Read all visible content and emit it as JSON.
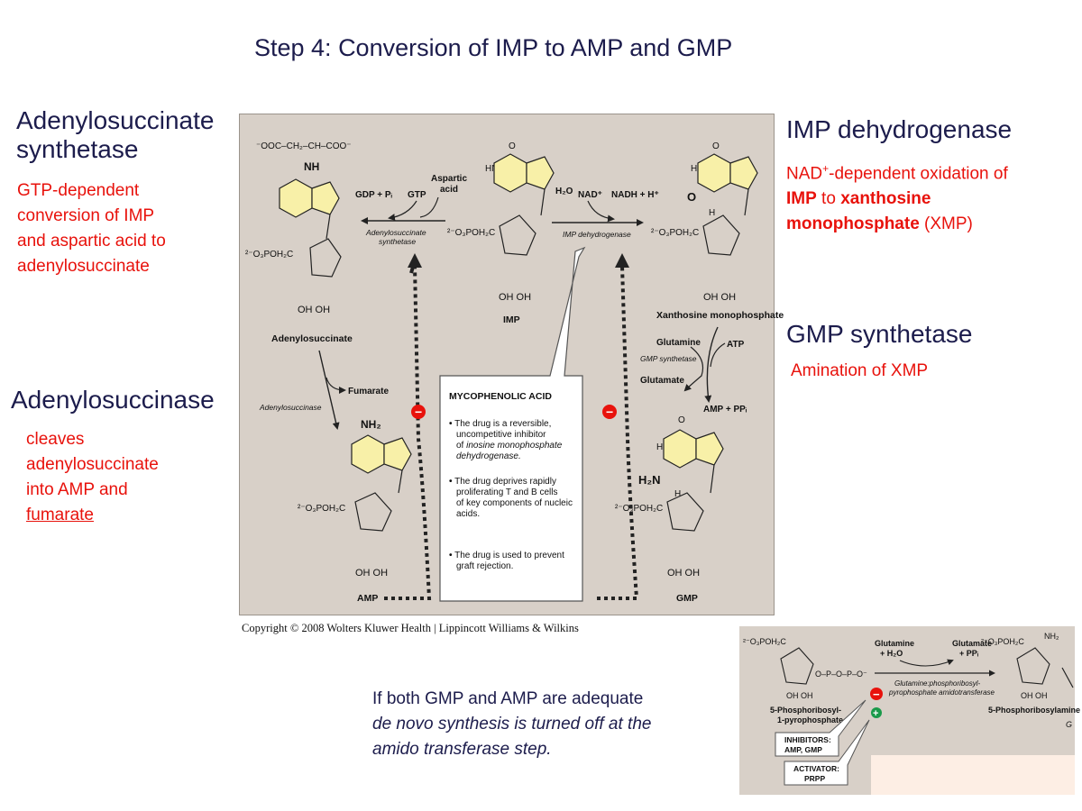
{
  "title": "Step 4: Conversion of IMP to AMP and GMP",
  "left_panel": {
    "synthetase": {
      "title_line1": "Adenylosuccinate",
      "title_line2": "synthetase",
      "desc_lines": [
        "GTP-dependent",
        "conversion of IMP",
        "and aspartic acid to",
        "adenylosuccinate"
      ]
    },
    "succinase": {
      "title": "Adenylosuccinase",
      "desc_lines": [
        "cleaves",
        "adenylosuccinate",
        "into AMP and"
      ],
      "desc_last": "fumarate"
    }
  },
  "right_panel": {
    "dehydrogenase": {
      "title": "IMP dehydrogenase",
      "line1_a": "NAD",
      "line1_sup": "+",
      "line1_b": "-dependent oxidation of",
      "line2_a": "IMP",
      "line2_b": " to ",
      "line2_c": "xanthosine",
      "line3_a": "monophosphate",
      "line3_b": " (XMP)"
    },
    "gmp_synthetase": {
      "title": "GMP synthetase",
      "desc": "Amination of XMP"
    }
  },
  "bottom_note": {
    "line1": "If both GMP and AMP are adequate",
    "line2": "de novo  synthesis is turned off at the",
    "line3": "amido transferase step."
  },
  "figure": {
    "copyright": "Copyright © 2008 Wolters Kluwer Health | Lippincott Williams & Wilkins",
    "labels": {
      "succinyl_group": "⁻OOC–CH₂–CH–COO⁻",
      "nh": "NH",
      "gdp_pi": "GDP + Pᵢ",
      "gtp": "GTP",
      "aspartic": "Aspartic",
      "acid": "acid",
      "h2o": "H₂O",
      "nad": "NAD⁺",
      "nadh": "NADH + H⁺",
      "enzyme_synthetase_1": "Adenylosuccinate",
      "enzyme_synthetase_2": "synthetase",
      "enzyme_dehydrogenase": "IMP dehydrogenase",
      "phosphate_group": "²⁻O₃POH₂C",
      "oh_oh": "OH  OH",
      "imp": "IMP",
      "adenylosuccinate": "Adenylosuccinate",
      "xanthosine_mp": "Xanthosine monophosphate",
      "glutamine": "Glutamine",
      "atp": "ATP",
      "gmp_synthetase": "GMP synthetase",
      "glutamate": "Glutamate",
      "amp_ppi": "AMP + PPᵢ",
      "fumarate": "Fumarate",
      "adenylosuccinase": "Adenylosuccinase",
      "nh2": "NH₂",
      "h2n": "H₂N",
      "amp": "AMP",
      "gmp": "GMP",
      "inhibit_symbol": "−",
      "o_atom": "O",
      "hn_atom": "HN",
      "n_atom": "N",
      "h_atom": "H"
    },
    "drug_box": {
      "title": "MYCOPHENOLIC ACID",
      "b1_l1": "The drug is a reversible,",
      "b1_l2": "uncompetitive inhibitor",
      "b1_l3a": "of ",
      "b1_l3b": "inosine monophosphate",
      "b1_l4": "dehydrogenase.",
      "b2_l1": "The drug deprives rapidly",
      "b2_l2": "proliferating T and B cells",
      "b2_l3": "of key components of nucleic",
      "b2_l4": "acids.",
      "b3_l1": "The drug is used to prevent",
      "b3_l2": "graft rejection."
    }
  },
  "inset": {
    "phosphate_group": "²⁻O₃POH₂C",
    "pp_group": "O–P–O–P–O⁻",
    "oh_oh": "OH  OH",
    "prpp_name_1": "5-Phosphoribosyl-",
    "prpp_name_2": "1-pyrophosphate",
    "glutamine": "Glutamine",
    "plus_h2o": "+ H₂O",
    "glutamate": "Glutamate",
    "plus_ppi": "+ PPᵢ",
    "enzyme_1": "Glutamine:phosphoribosyl-",
    "enzyme_2": "pyrophosphate amidotransferase",
    "inhibitors_1": "INHIBITORS:",
    "inhibitors_2": "AMP, GMP",
    "activator_1": "ACTIVATOR:",
    "activator_2": "PRPP",
    "product": "5-Phosphoribosylamine",
    "nh2": "NH₂",
    "g_fragment": "G",
    "minus": "−",
    "plus": "+"
  }
}
